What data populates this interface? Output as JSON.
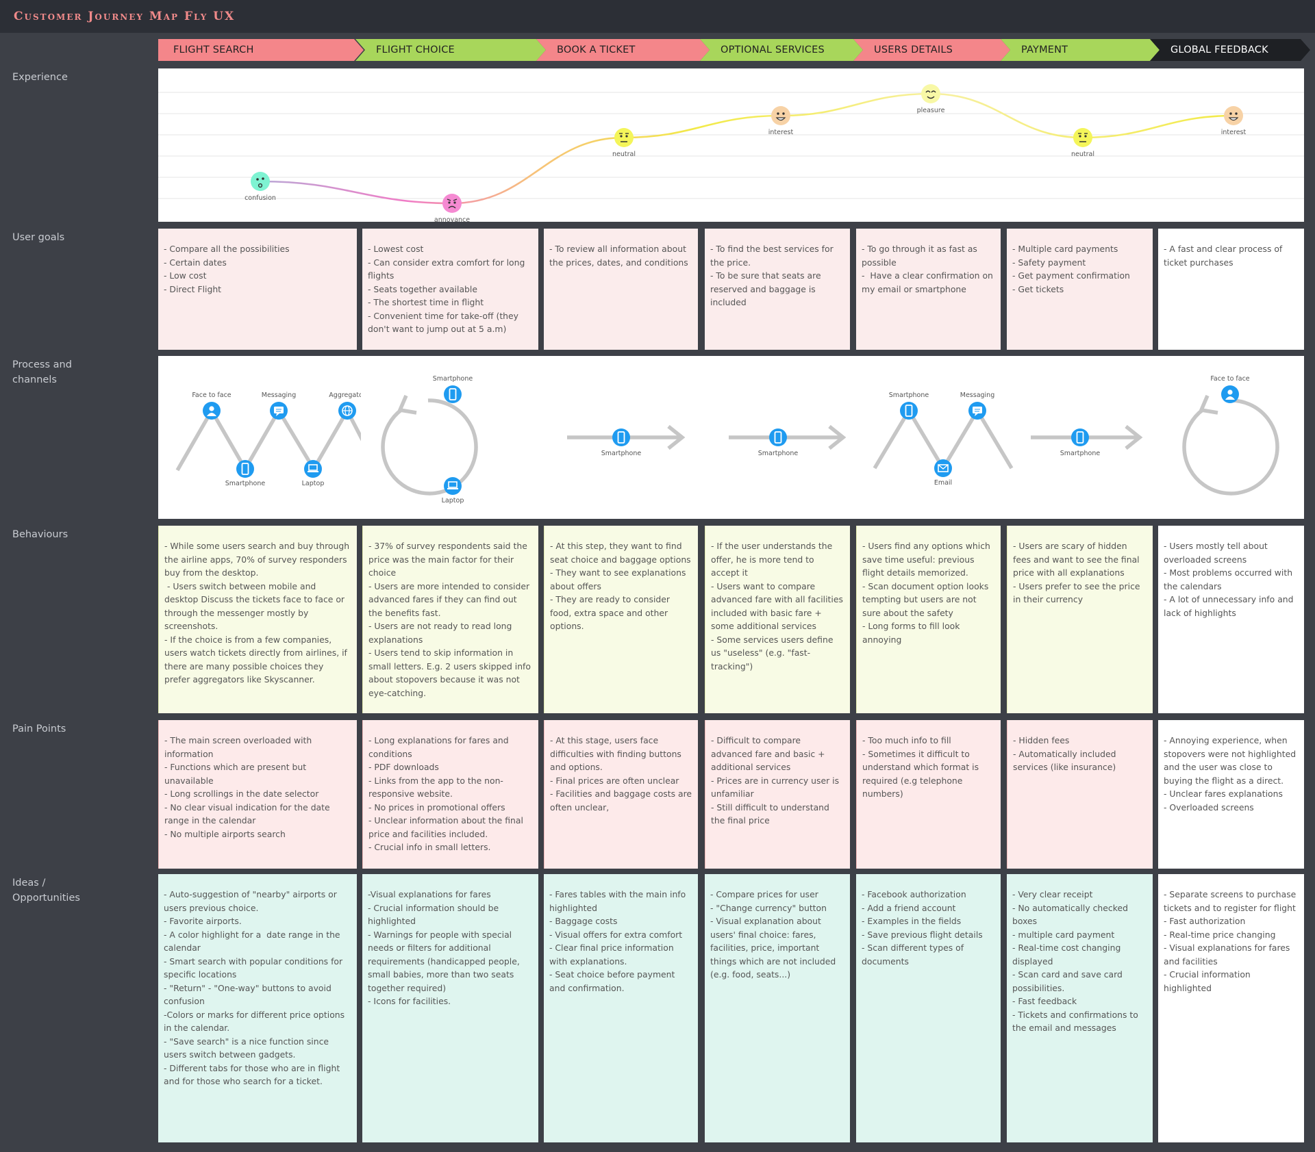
{
  "title": "Customer Journey Map Fly UX",
  "stages": [
    {
      "label": "FLIGHT SEARCH",
      "color": "#f4868a"
    },
    {
      "label": "FLIGHT CHOICE",
      "color": "#a8d65b"
    },
    {
      "label": "BOOK A TICKET",
      "color": "#f4868a"
    },
    {
      "label": "OPTIONAL SERVICES",
      "color": "#a8d65b"
    },
    {
      "label": "USERS DETAILS",
      "color": "#f4868a"
    },
    {
      "label": "PAYMENT",
      "color": "#a8d65b"
    },
    {
      "label": "GLOBAL FEEDBACK",
      "color": "#1e2024"
    }
  ],
  "row_labels": {
    "experience": "Experience",
    "goals": "User goals",
    "process_1": "Process and",
    "process_2": "channels",
    "behaviours": "Behaviours",
    "pain": "Pain Points",
    "ideas_1": "Ideas /",
    "ideas_2": "Opportunities"
  },
  "chart_data": {
    "type": "line",
    "x": [
      "FLIGHT SEARCH",
      "FLIGHT CHOICE",
      "BOOK A TICKET",
      "OPTIONAL SERVICES",
      "USERS DETAILS",
      "PAYMENT",
      "GLOBAL FEEDBACK"
    ],
    "values": [
      2,
      1,
      4,
      5,
      6,
      4,
      5
    ],
    "ylim": [
      0,
      7
    ],
    "grid": true,
    "points": [
      {
        "label": "confusion",
        "color": "#7ef3d2",
        "face": "confused"
      },
      {
        "label": "annoyance",
        "color": "#f58ad2",
        "face": "sad"
      },
      {
        "label": "neutral",
        "color": "#f4f55a",
        "face": "neutral"
      },
      {
        "label": "interest",
        "color": "#f7d2a6",
        "face": "smile"
      },
      {
        "label": "pleasure",
        "color": "#f8f8a6",
        "face": "happy"
      },
      {
        "label": "neutral",
        "color": "#f4f55a",
        "face": "neutral"
      },
      {
        "label": "interest",
        "color": "#f7d2a6",
        "face": "smile"
      }
    ]
  },
  "channels": {
    "face_to_face": "Face to face",
    "messaging": "Messaging",
    "aggregator": "Aggregator",
    "smartphone": "Smartphone",
    "laptop": "Laptop",
    "email": "Email"
  },
  "goals": [
    [
      "- Compare all the possibilities",
      "- Certain dates",
      "- Low cost",
      "- Direct Flight"
    ],
    [
      "- Lowest cost",
      "- Can consider extra comfort for long flights",
      "- Seats together available",
      "- The shortest time in flight",
      "- Convenient time for take-off (they don't want to jump out at 5 a.m)"
    ],
    [
      "- To review all information about the prices, dates, and conditions"
    ],
    [
      "- To find the best services for the price.",
      "- To be sure that seats are reserved and baggage is included"
    ],
    [
      "- To go through it as fast as possible",
      "-  Have a clear confirmation on my email or smartphone"
    ],
    [
      "- Multiple card payments",
      "- Safety payment",
      "- Get payment confirmation",
      "- Get tickets"
    ],
    [
      "- A fast and clear process of ticket purchases"
    ]
  ],
  "behaviours": [
    [
      "- While some users search and buy through the airline apps, 70% of survey responders buy from the desktop.",
      " - Users switch between mobile and desktop Discuss the tickets face to face or through the messenger mostly by screenshots.",
      "- If the choice is from a few companies, users watch tickets directly from airlines, if there are many possible choices they prefer aggregators like Skyscanner."
    ],
    [
      "- 37% of survey respondents said the price was the main factor for their choice",
      "- Users are more intended to consider advanced fares if they can find out the benefits fast.",
      "- Users are not ready to read long explanations",
      "- Users tend to skip information in small letters. E.g. 2 users skipped info about stopovers because it was not eye-catching."
    ],
    [
      "- At this step, they want to find seat choice and baggage options",
      "- They want to see explanations about offers",
      "- They are ready to consider food, extra space and other options."
    ],
    [
      "- If the user understands the offer, he is more tend to accept it",
      "- Users want to compare advanced fare with all facilities included with basic fare + some additional services",
      "- Some services users define us \"useless\" (e.g. \"fast-tracking\")"
    ],
    [
      "- Users find any options which save time useful: previous flight details memorized.",
      "- Scan document option looks tempting but users are not sure about the safety",
      "- Long forms to fill look annoying"
    ],
    [
      "- Users are scary of hidden fees and want to see the final price with all explanations",
      "- Users prefer to see the price in their currency"
    ],
    [
      "- Users mostly tell about overloaded screens",
      "- Most problems occurred with the calendars",
      "- A lot of unnecessary info and lack of highlights"
    ]
  ],
  "pain": [
    [
      "- The main screen overloaded with information",
      "- Functions which are present but unavailable",
      "- Long scrollings in the date selector",
      "- No clear visual indication for the date range in the calendar",
      "- No multiple airports search"
    ],
    [
      "- Long explanations for fares and conditions",
      "- PDF downloads",
      "- Links from the app to the non-responsive website.",
      "- No prices in promotional offers",
      "- Unclear information about the final price and facilities included.",
      "- Crucial info in small letters."
    ],
    [
      "- At this stage, users face difficulties with finding buttons and options.",
      "- Final prices are often unclear",
      "- Facilities and baggage costs are often unclear,"
    ],
    [
      "- Difficult to compare advanced fare and basic + additional services",
      "- Prices are in currency user is unfamiliar",
      "- Still difficult to understand the final price"
    ],
    [
      "- Too much info to fill",
      "- Sometimes it difficult to understand which format is required (e.g telephone numbers)"
    ],
    [
      "- Hidden fees",
      "- Automatically included services (like insurance)"
    ],
    [
      "- Annoying experience, when stopovers were not highlighted and the user was close to buying the flight as a direct.",
      "- Unclear fares explanations",
      "- Overloaded screens"
    ]
  ],
  "ideas": [
    [
      "- Auto-suggestion of \"nearby\" airports or users previous choice.",
      "- Favorite airports.",
      "- A color highlight for a  date range in the calendar",
      "- Smart search with popular conditions for specific locations",
      "- \"Return\" - \"One-way\" buttons to avoid confusion",
      "-Colors or marks for different price options in the calendar.",
      "- \"Save search\" is a nice function since users switch between gadgets.",
      "- Different tabs for those who are in flight and for those who search for a ticket."
    ],
    [
      "-Visual explanations for fares",
      "- Crucial information should be highlighted",
      "- Warnings for people with special needs or filters for additional requirements (handicapped people, small babies, more than two seats together required)",
      "- Icons for facilities."
    ],
    [
      "- Fares tables with the main info highlighted",
      "- Baggage costs",
      "- Visual offers for extra comfort",
      "- Clear final price information with explanations.",
      "- Seat choice before payment and confirmation."
    ],
    [
      "- Compare prices for user",
      "- \"Change currency\" button",
      "- Visual explanation about users' final choice: fares, facilities, price, important things which are not included (e.g. food, seats...)"
    ],
    [
      "- Facebook authorization",
      "- Add a friend account",
      "- Examples in the fields",
      "- Save previous flight details",
      "- Scan different types of documents"
    ],
    [
      "- Very clear receipt",
      "- No automatically checked boxes",
      "- multiple card payment",
      "- Real-time cost changing displayed",
      "- Scan card and save card possibilities.",
      "- Fast feedback",
      "- Tickets and confirmations to the email and messages"
    ],
    [
      "- Separate screens to purchase tickets and to register for flight",
      "- Fast authorization",
      "- Real-time price changing",
      "- Visual explanations for fares and facilities",
      "- Crucial information highlighted"
    ]
  ]
}
